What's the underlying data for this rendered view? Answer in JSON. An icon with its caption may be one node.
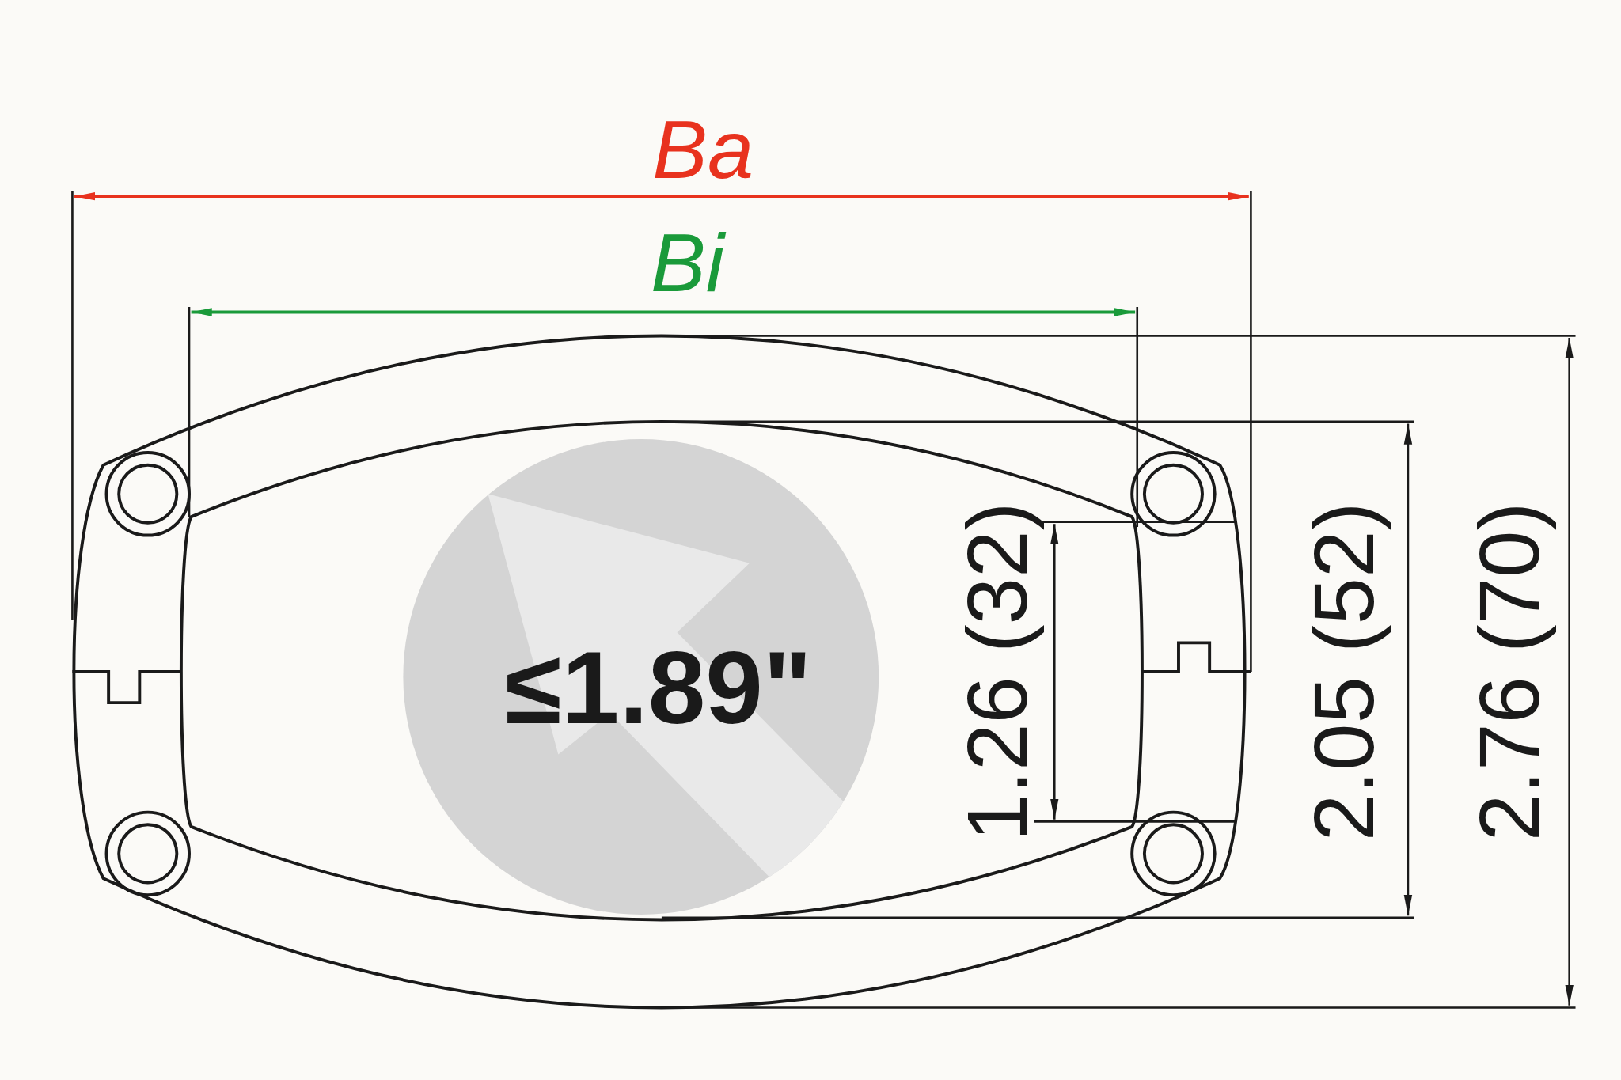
{
  "diagram": {
    "labels": [
      "Ba",
      "Bi",
      "≤1.89\"",
      "1.26 (32)",
      "2.05 (52)",
      "2.76 (70)"
    ]
  }
}
